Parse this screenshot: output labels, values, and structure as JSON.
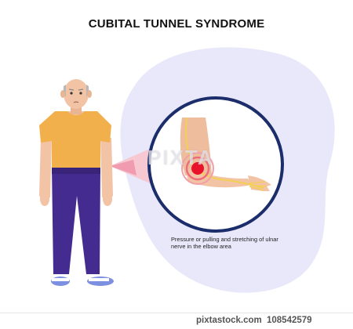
{
  "title": "CUBITAL TUNNEL SYNDROME",
  "caption": "Pressure or pulling and stretching of ulnar nerve in the elbow area",
  "watermark": "PIXTA",
  "footer": {
    "brand": "pixtastock.com",
    "number": "108542579"
  },
  "colors": {
    "blob": "#e9e8fa",
    "shirt": "#f2b04c",
    "pants": "#442b8f",
    "skin": "#f2c3a4",
    "circle_border": "#1b2d6b",
    "nerve": "#f3d054",
    "pain": "#e8122a"
  },
  "icons": [
    "pain-point-icon",
    "zoom-callout-icon"
  ]
}
